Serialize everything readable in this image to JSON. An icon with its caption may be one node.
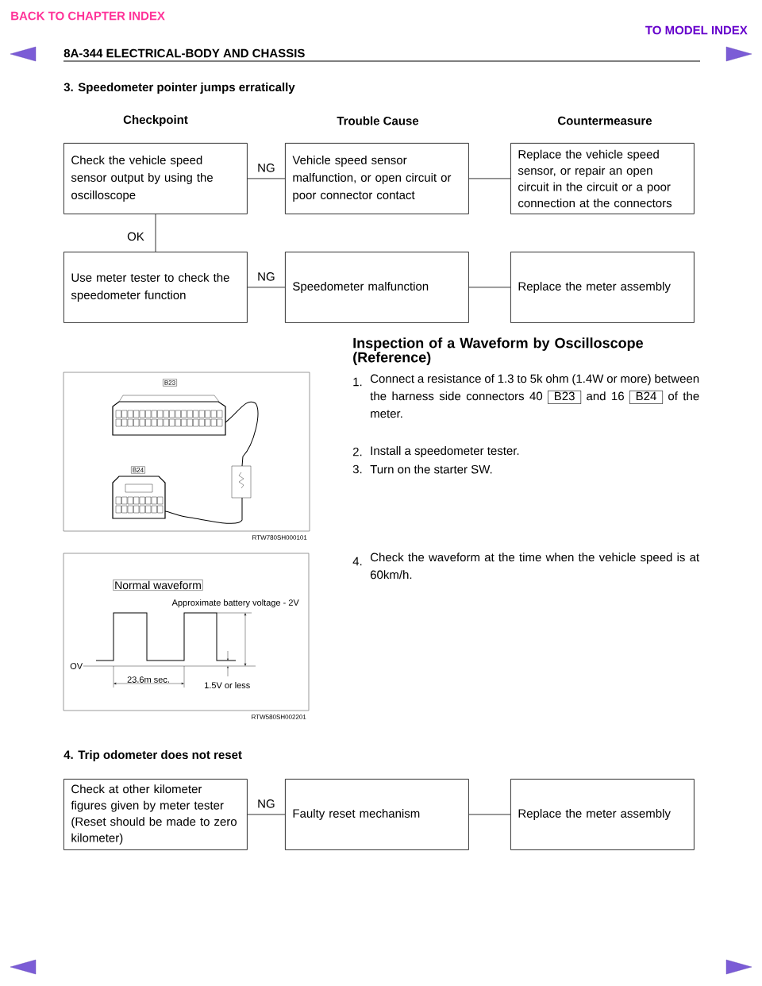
{
  "diagram": {
    "nodes": [
      {
        "text": [
          "Check the vehicle speed sensor output by using the oscilloscope"
        ]
      },
      {
        "text": [
          "Vehicle speed sensor malfunction, or open circuit or poor connector contact"
        ]
      },
      {
        "text": [
          "Replace the vehicle speed sensor, or repair an open circuit in the circuit or a poor connection at the connectors"
        ]
      },
      {
        "text": [
          "Use meter tester to check the speedometer function"
        ]
      },
      {
        "text": [
          "Speedometer malfunction"
        ]
      },
      {
        "text": [
          "Replace the meter assembly"
        ]
      },
      {
        "text": [
          "Check at other kilometer figures given by meter tester (Reset should be made to zero kilometer)"
        ]
      },
      {
        "text": [
          "Faulty reset mechanism"
        ]
      },
      {
        "text": [
          "Replace the meter assembly"
        ]
      }
    ],
    "edges": [
      {
        "from": 0,
        "to": 1,
        "arrow": "none",
        "label": "NG"
      },
      {
        "from": 1,
        "to": 2,
        "arrow": "none"
      },
      {
        "from": 0,
        "to": 3,
        "arrow": "none",
        "label": "OK"
      },
      {
        "from": 3,
        "to": 4,
        "arrow": "none",
        "label": "NG"
      },
      {
        "from": 4,
        "to": 5,
        "arrow": "none"
      },
      {
        "from": 6,
        "to": 7,
        "arrow": "none",
        "label": "NG"
      },
      {
        "from": 7,
        "to": 8,
        "arrow": "none"
      }
    ],
    "labels": [
      "BACK TO CHAPTER INDEX",
      "TO MODEL INDEX",
      "8A-344  ELECTRICAL-BODY AND CHASSIS",
      "3.  Speedometer pointer jumps erratically",
      "Checkpoint",
      "Trouble Cause",
      "Countermeasure",
      "Inspection of a Waveform by Oscilloscope (Reference)",
      "1.",
      "Connect a resistance of 1.3 to 5k ohm (1.4W or more) between the harness side connectors 40",
      "B23",
      "and 16",
      "B24",
      "of the meter.",
      "2.",
      "Install a speedometer tester.",
      "3.",
      "Turn on the starter SW.",
      "B23",
      "B24",
      "RTW780SH000101",
      "4.",
      "Check the waveform at the time when the vehicle speed is at 60km/h.",
      "Normal waveform",
      "Approximate battery voltage - 2V",
      "OV",
      "23.6m sec.",
      "1.5V or less",
      "RTW580SH002201",
      "4.  Trip odometer does not reset"
    ]
  }
}
